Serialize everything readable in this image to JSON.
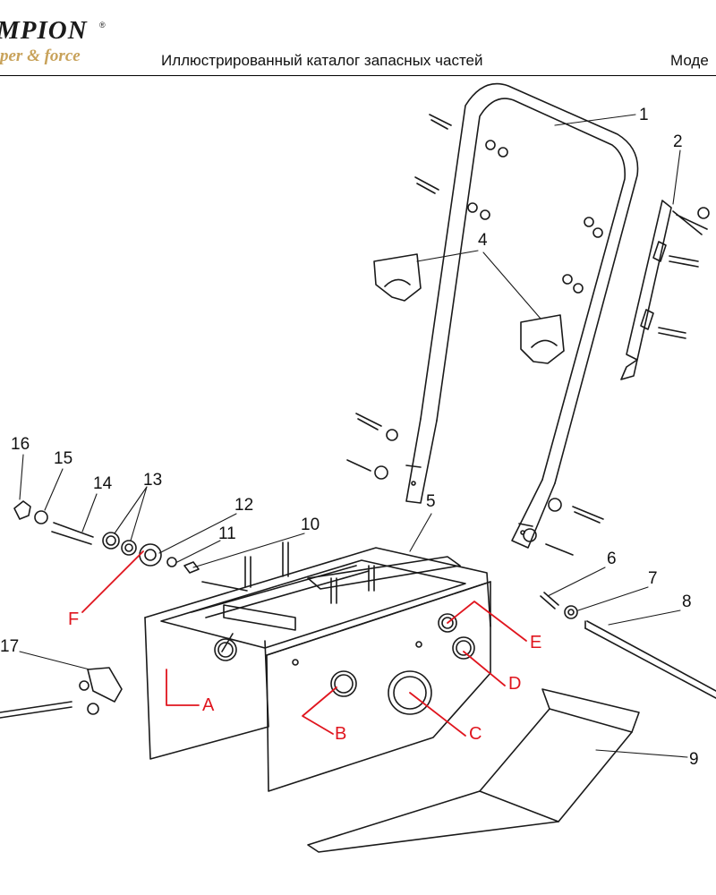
{
  "header": {
    "logo_text": "MPION",
    "logo_registered": "®",
    "logo_tagline": "per & force",
    "title": "Иллюстрированный каталог запасных частей",
    "model_prefix": "Моде"
  },
  "callouts": [
    {
      "id": "p1",
      "label": "1"
    },
    {
      "id": "p2",
      "label": "2"
    },
    {
      "id": "p4",
      "label": "4"
    },
    {
      "id": "p5",
      "label": "5"
    },
    {
      "id": "p6",
      "label": "6"
    },
    {
      "id": "p7",
      "label": "7"
    },
    {
      "id": "p8",
      "label": "8"
    },
    {
      "id": "p9",
      "label": "9"
    },
    {
      "id": "p10",
      "label": "10"
    },
    {
      "id": "p11",
      "label": "11"
    },
    {
      "id": "p12",
      "label": "12"
    },
    {
      "id": "p13",
      "label": "13"
    },
    {
      "id": "p14",
      "label": "14"
    },
    {
      "id": "p15",
      "label": "15"
    },
    {
      "id": "p16",
      "label": "16"
    },
    {
      "id": "p17",
      "label": "17"
    }
  ],
  "reference_letters": [
    {
      "id": "A",
      "label": "A"
    },
    {
      "id": "B",
      "label": "B"
    },
    {
      "id": "C",
      "label": "C"
    },
    {
      "id": "D",
      "label": "D"
    },
    {
      "id": "E",
      "label": "E"
    },
    {
      "id": "F",
      "label": "F"
    }
  ],
  "colors": {
    "line": "#1a1a1a",
    "reference": "#e0151e",
    "brand_tagline": "#c8a25a"
  }
}
